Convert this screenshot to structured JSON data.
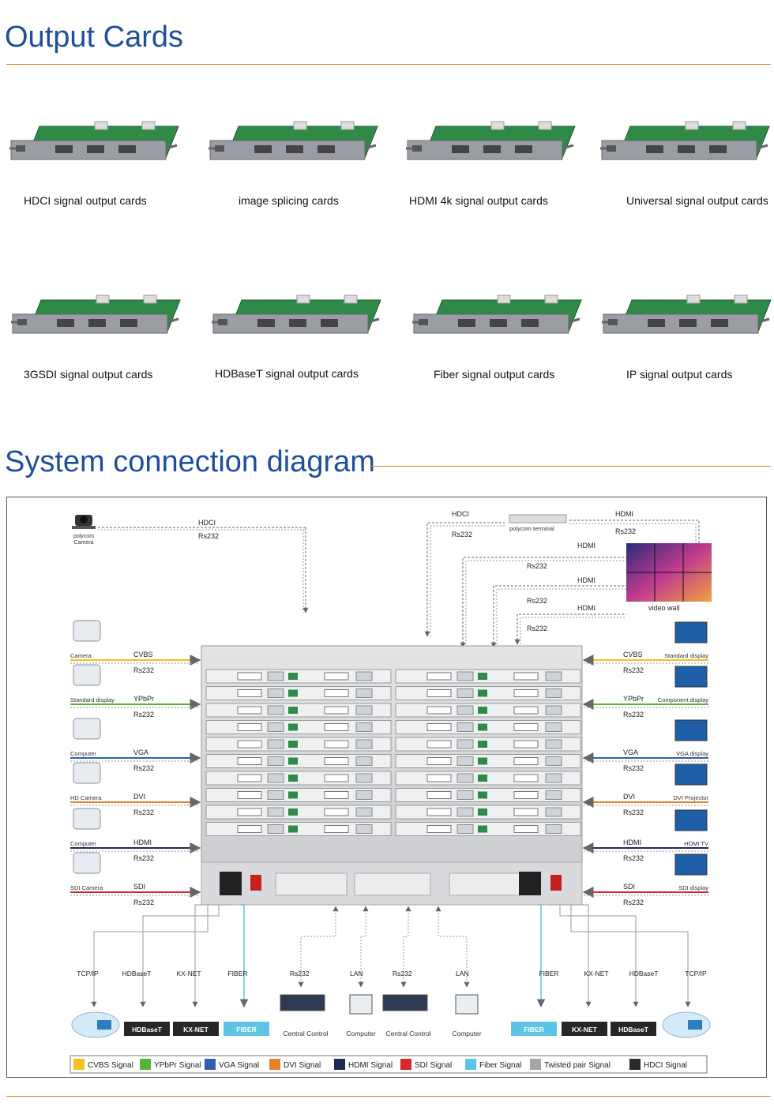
{
  "sections": {
    "output_cards_title": "Output Cards",
    "system_title": "System connection diagram"
  },
  "cards": [
    {
      "label": "HDCI signal output cards"
    },
    {
      "label": "image splicing cards"
    },
    {
      "label": "HDMI 4k signal output  cards"
    },
    {
      "label": "Universal signal output cards"
    },
    {
      "label": "3GSDI signal output cards"
    },
    {
      "label": "HDBaseT signal output cards"
    },
    {
      "label": "Fiber signal output cards"
    },
    {
      "label": "IP signal output cards"
    }
  ],
  "diagram": {
    "top_left": {
      "device": "polycom\nCamera",
      "sig1": "HDCI",
      "sig2": "Rs232"
    },
    "top_right": {
      "sig_hdci": "HDCI",
      "sig_rs1": "Rs232",
      "terminal": "polycom terminal",
      "hdmi1": "HDMI",
      "rs1": "Rs232",
      "hdmi2": "HDMI",
      "rs2": "Rs232",
      "hdmi3": "HDMI",
      "rs3": "Rs232",
      "hdmi4": "HDMI",
      "rs4": "Rs232",
      "wall": "video wall"
    },
    "left_inputs": [
      {
        "device": "Camera",
        "signal": "CVBS",
        "rs": "Rs232",
        "color": "#f2c31c"
      },
      {
        "device": "Standard display",
        "signal": "YPbPr",
        "rs": "Rs232",
        "color": "#57b338"
      },
      {
        "device": "Computer",
        "signal": "VGA",
        "rs": "Rs232",
        "color": "#2f5fae"
      },
      {
        "device": "HD Camera",
        "signal": "DVI",
        "rs": "Rs232",
        "color": "#e8822a"
      },
      {
        "device": "Computer",
        "signal": "HDMI",
        "rs": "Rs232",
        "color": "#1f2a55"
      },
      {
        "device": "SDI Camera",
        "signal": "SDI",
        "rs": "Rs232",
        "color": "#d8262b"
      }
    ],
    "right_outputs": [
      {
        "device": "Standard display",
        "signal": "CVBS",
        "rs": "Rs232",
        "color": "#f2c31c"
      },
      {
        "device": "Component display",
        "signal": "YPbPr",
        "rs": "Rs232",
        "color": "#57b338"
      },
      {
        "device": "VGA display",
        "signal": "VGA",
        "rs": "Rs232",
        "color": "#2f5fae"
      },
      {
        "device": "DVI Projector",
        "signal": "DVI",
        "rs": "Rs232",
        "color": "#e8822a"
      },
      {
        "device": "HDMI TV",
        "signal": "HDMI",
        "rs": "Rs232",
        "color": "#1f2a55"
      },
      {
        "device": "SDI display",
        "signal": "SDI",
        "rs": "Rs232",
        "color": "#d8262b"
      }
    ],
    "bottom_left": [
      "TCP/IP",
      "HDBaseT",
      "KX-NET",
      "FIBER"
    ],
    "bottom_left_boxes": [
      "HDBaseT",
      "KX-NET",
      "FIBER"
    ],
    "bottom_mid": [
      {
        "sig": "Rs232",
        "device": "Central Control"
      },
      {
        "sig": "LAN",
        "device": "Computer"
      },
      {
        "sig": "Rs232",
        "device": "Central Control"
      },
      {
        "sig": "LAN",
        "device": "Computer"
      }
    ],
    "bottom_right": [
      "FIBER",
      "KX-NET",
      "HDBaseT",
      "TCP/IP"
    ],
    "bottom_right_boxes": [
      "FIBER",
      "KX-NET",
      "HDBaseT"
    ],
    "legend": [
      {
        "label": "CVBS Signal",
        "color": "#f2c31c"
      },
      {
        "label": "YPbPr Signal",
        "color": "#57b338"
      },
      {
        "label": "VGA Signal",
        "color": "#2f5fae"
      },
      {
        "label": "DVI Signal",
        "color": "#e8822a"
      },
      {
        "label": "HDMI Signal",
        "color": "#1f2a55"
      },
      {
        "label": "SDI Signal",
        "color": "#d8262b"
      },
      {
        "label": "Fiber Signal",
        "color": "#5ec4e3"
      },
      {
        "label": "Twisted pair Signal",
        "color": "#a6a6a6"
      },
      {
        "label": "HDCI Signal",
        "color": "#2a2a2a"
      }
    ]
  }
}
